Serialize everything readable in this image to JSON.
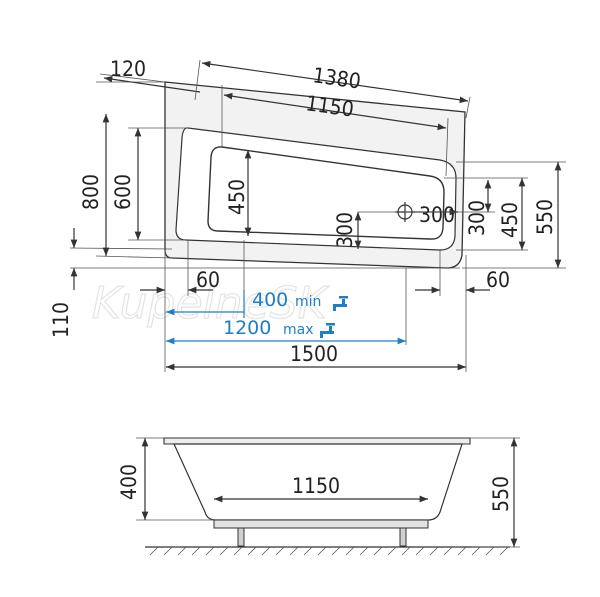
{
  "watermark": "KupelneSK",
  "top_view": {
    "dims": {
      "d120": "120",
      "d1380": "1380",
      "d1150": "1150",
      "d800": "800",
      "d600": "600",
      "d450_left": "450",
      "d300_drain_v": "300",
      "d300_drain_h": "300",
      "d300_right": "300",
      "d450_right": "450",
      "d550": "550",
      "d60_left": "60",
      "d60_right": "60",
      "d110": "110",
      "d1500": "1500"
    },
    "faucet": {
      "min_value": "400",
      "min_label": "min",
      "max_value": "1200",
      "max_label": "max"
    }
  },
  "side_view": {
    "dims": {
      "d400": "400",
      "d1150": "1150",
      "d550": "550"
    }
  },
  "colors": {
    "line": "#333333",
    "accent": "#1f7fc4",
    "fill_light": "#f4f4f4"
  }
}
